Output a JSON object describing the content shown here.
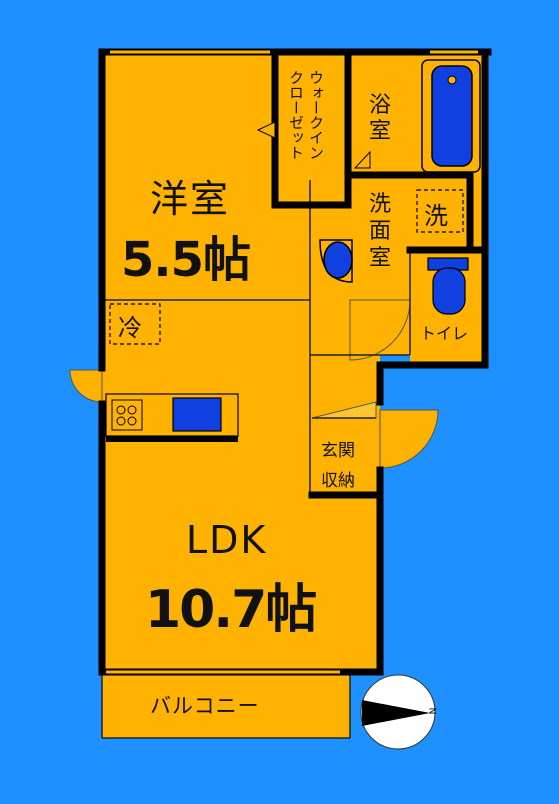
{
  "plan": {
    "rooms": {
      "western_room": {
        "name": "洋室",
        "size": "5.5帖"
      },
      "ldk": {
        "name": "LDK",
        "size": "10.7帖"
      },
      "walk_in_closet": {
        "name": "ウォークイン\nクローゼット"
      },
      "bath": {
        "name": "浴室"
      },
      "washroom": {
        "name": "洗面室"
      },
      "toilet": {
        "name": "トイレ"
      },
      "entrance_storage": {
        "line1": "玄関",
        "line2": "収納"
      },
      "balcony": {
        "name": "バルコニー"
      }
    },
    "fixtures": {
      "washer": "洗",
      "fridge": "冷"
    },
    "compass": {
      "north_label": "N"
    },
    "colors": {
      "background": "#1E90FF",
      "floor": "#FFB300",
      "wall": "#000000",
      "fixture_blue": "#1040E0"
    }
  }
}
